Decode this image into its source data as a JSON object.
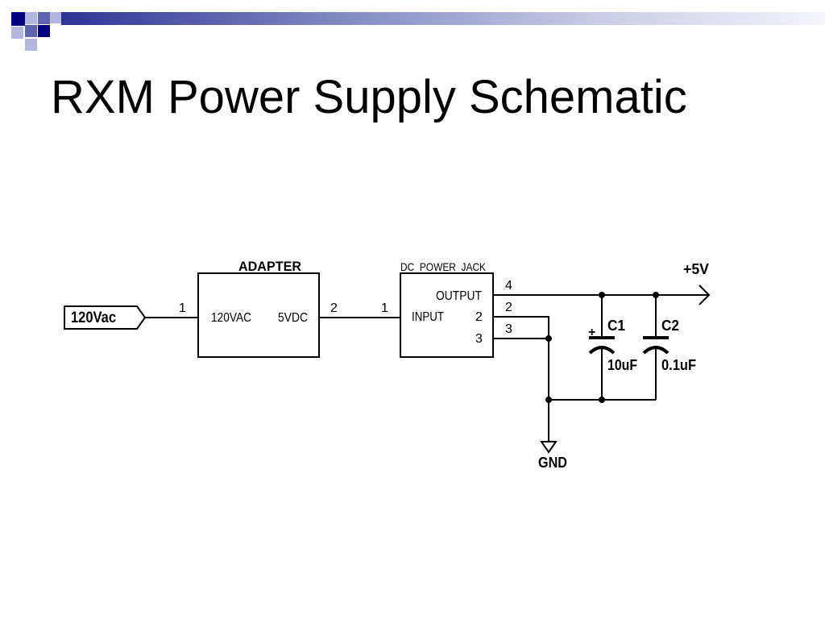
{
  "slide": {
    "title": "RXM Power Supply Schematic",
    "colors": {
      "accent_dark": "#000080",
      "accent_mid": "#5d64b0",
      "accent_light": "#b3b6de"
    }
  },
  "schematic": {
    "input_port": "120Vac",
    "adapter": {
      "name": "ADAPTER",
      "pin_in": "1",
      "pin_out": "2",
      "in_label": "120VAC",
      "out_label": "5VDC"
    },
    "jack": {
      "name": "DC_POWER_JACK",
      "pin_input": "1",
      "input_label": "INPUT",
      "output_label": "OUTPUT",
      "inner_pin_2": "2",
      "inner_pin_3": "3",
      "ext_pin_4": "4",
      "ext_pin_2": "2",
      "ext_pin_3": "3"
    },
    "c1": {
      "ref": "C1",
      "value": "10uF",
      "polarity": "+"
    },
    "c2": {
      "ref": "C2",
      "value": "0.1uF"
    },
    "vcc": "+5V",
    "gnd": "GND"
  }
}
